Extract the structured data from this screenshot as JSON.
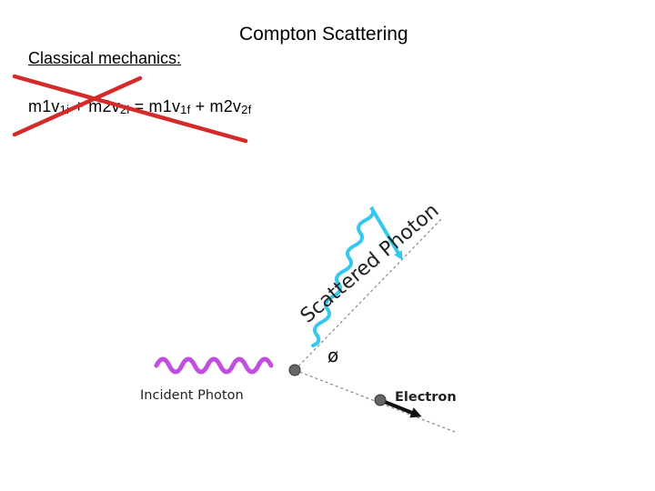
{
  "slide": {
    "title": "Compton Scattering",
    "subtitle": "Classical mechanics:",
    "equation": {
      "m1": "m",
      "v1i_base": "1v",
      "v1i_sub": "1i",
      "plus1": " + m",
      "v2i_base": "2v",
      "v2i_sub": "2i",
      "eq": " = m",
      "v1f_base": "1v",
      "v1f_sub": "1f",
      "plus2": " + m",
      "v2f_base": "2v",
      "v2f_sub": "2f"
    },
    "cross_color": "#d42a2a"
  },
  "diagram": {
    "incident_label": "Incident Photon",
    "scattered_label": "Scattered Photon",
    "electron_label": "Electron",
    "angle_label": "ø",
    "incident_color": "#c050e0",
    "scattered_color": "#33c8ee"
  }
}
